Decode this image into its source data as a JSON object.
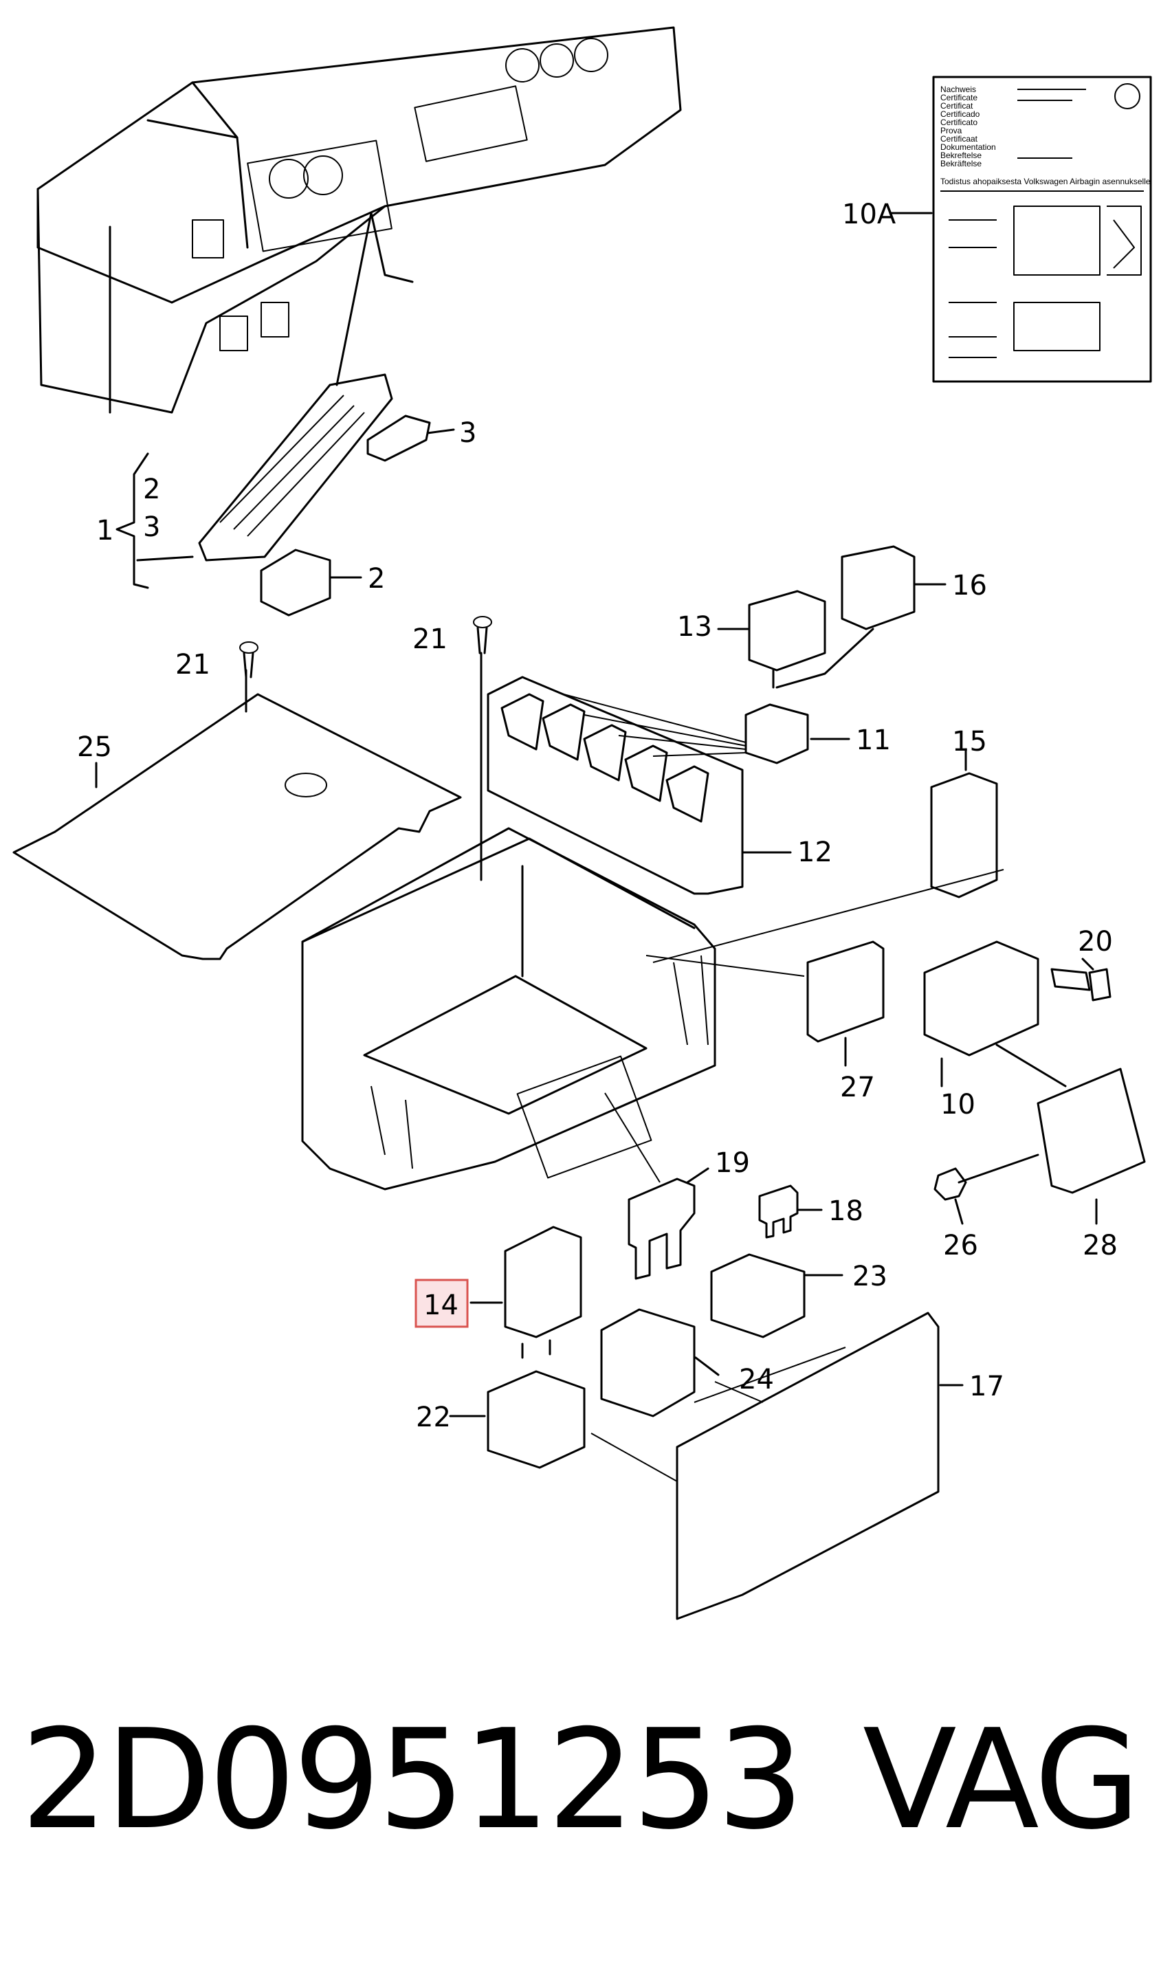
{
  "callouts": {
    "c1": "1",
    "c2a": "2",
    "c3a": "3",
    "c2b": "2",
    "c3b": "3",
    "c10a": "10A",
    "c10": "10",
    "c11": "11",
    "c12": "12",
    "c13": "13",
    "c14": "14",
    "c15": "15",
    "c16": "16",
    "c17": "17",
    "c18": "18",
    "c19": "19",
    "c20": "20",
    "c21a": "21",
    "c21b": "21",
    "c22": "22",
    "c23": "23",
    "c24": "24",
    "c25": "25",
    "c26": "26",
    "c27": "27",
    "c28": "28"
  },
  "certificate": {
    "lines": [
      "Nachweis",
      "Certificate",
      "Certificat",
      "Certificado",
      "Certificato",
      "Prova",
      "Certificaat",
      "Dokumentation",
      "Bekreftelse",
      "Bekräftelse"
    ],
    "footer": "Todistus ahopaiksesta Volkswagen Airbagin asennukselle"
  },
  "highlighted_callout": "14",
  "caption": {
    "part_number": "2D0951253",
    "brand": "VAG"
  }
}
